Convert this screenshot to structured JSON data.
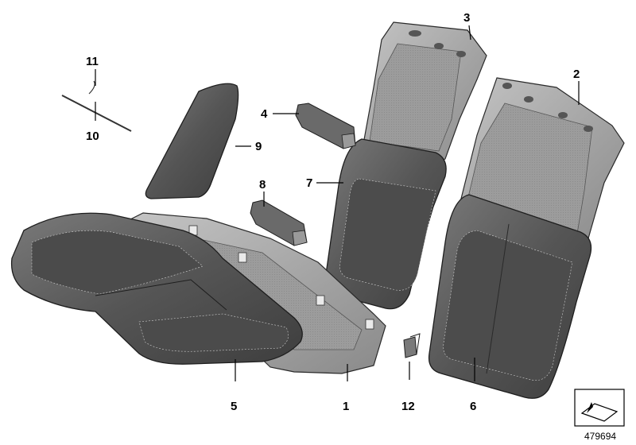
{
  "callouts": {
    "c1": "1",
    "c2": "2",
    "c3": "3",
    "c4": "4",
    "c5": "5",
    "c6": "6",
    "c7": "7",
    "c8": "8",
    "c9": "9",
    "c10": "10",
    "c11": "11",
    "c12": "12"
  },
  "reference_number": "479694",
  "colors": {
    "cover_dark": "#575757",
    "cover_mid": "#6e6e6e",
    "frame": "#9a9a9a",
    "frame_light": "#b8b8b8",
    "outline": "#2a2a2a"
  }
}
